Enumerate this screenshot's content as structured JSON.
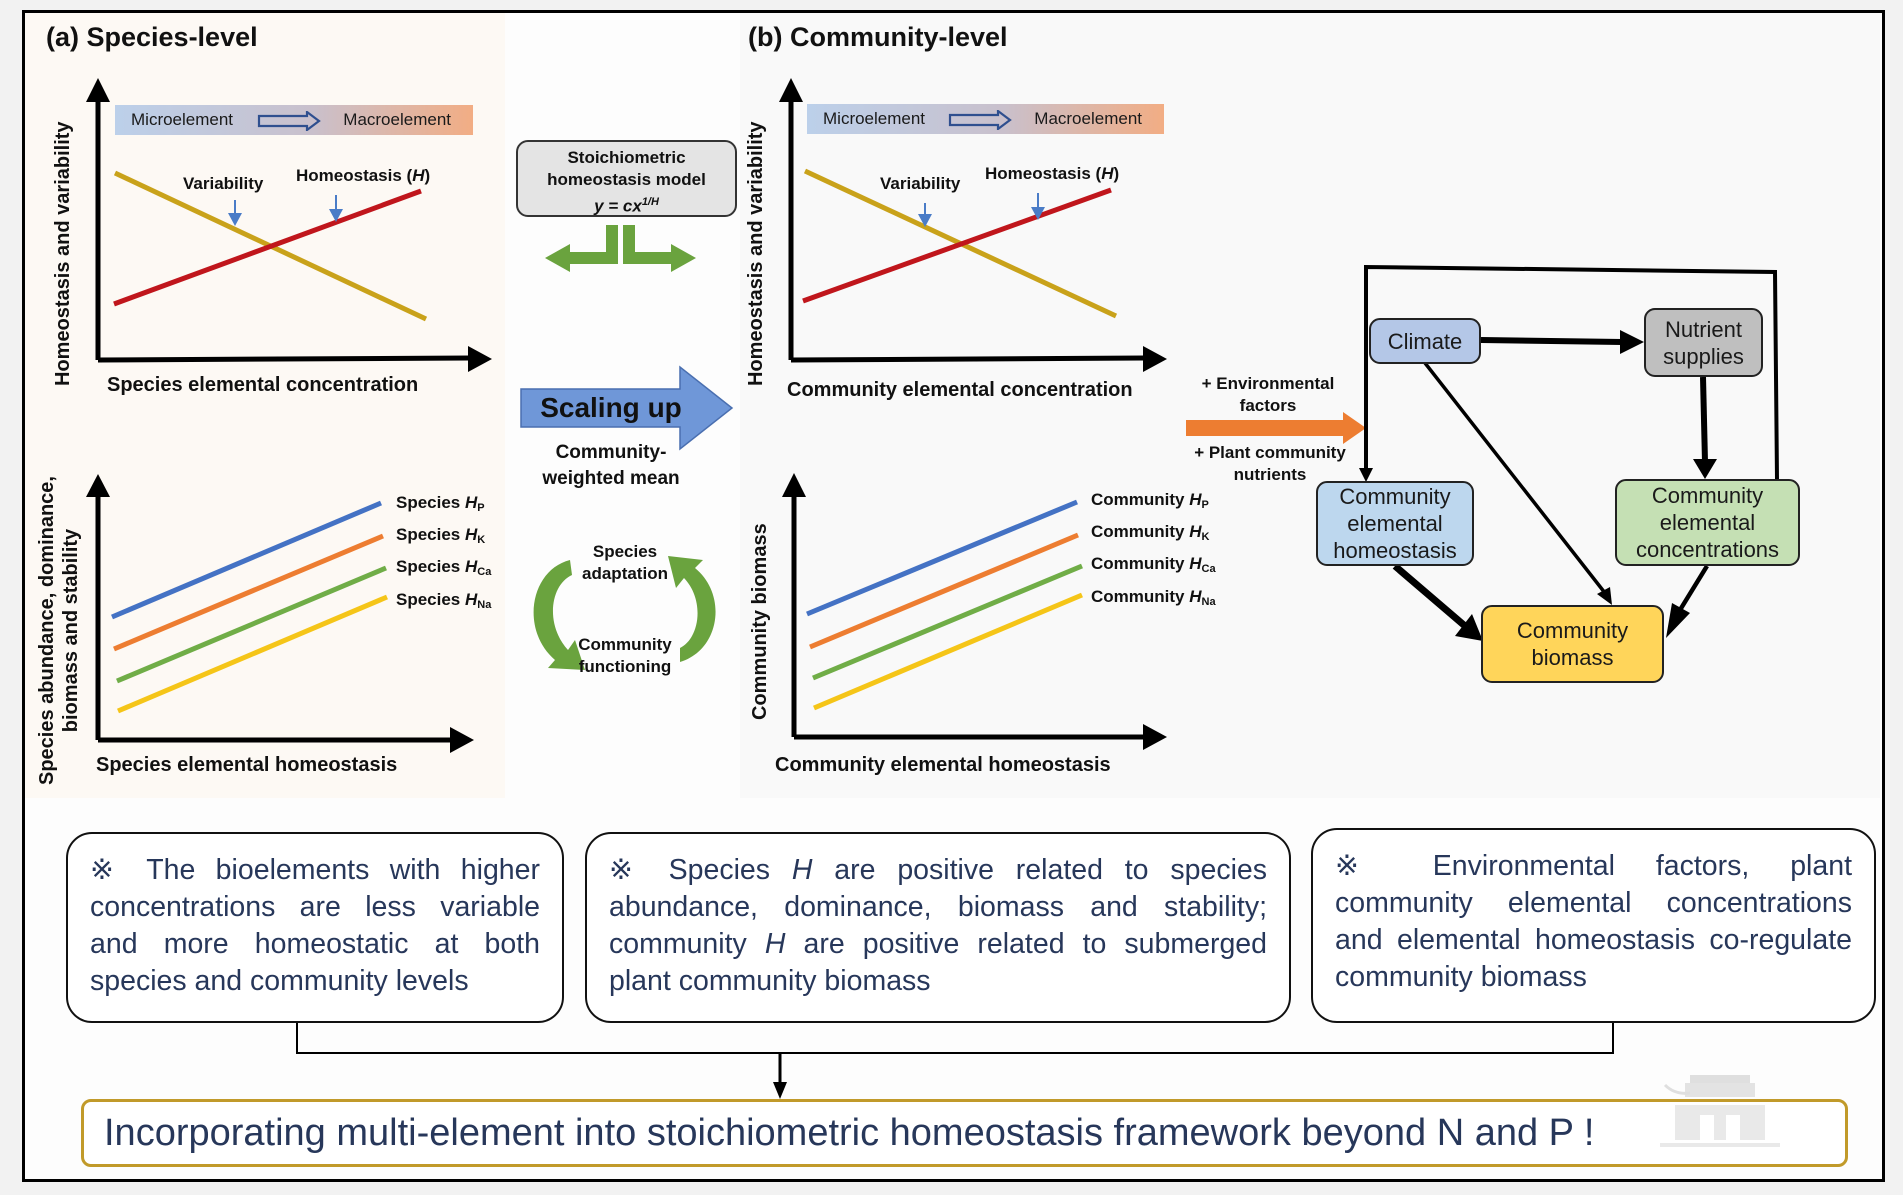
{
  "panel_a": {
    "title": "(a) Species-level",
    "chart_top": {
      "ylabel": "Homeostasis and variability",
      "xlabel": "Species elemental concentration",
      "gradient_left": "Microelement",
      "gradient_right": "Macroelement",
      "variability_label": "Variability",
      "homeostasis_label_prefix": "Homeostasis (",
      "homeostasis_label_var": "H",
      "homeostasis_label_suffix": ")"
    },
    "chart_bottom": {
      "ylabel_line1": "Species abundance, dominance,",
      "ylabel_line2": "biomass and stability",
      "xlabel": "Species elemental homeostasis",
      "series_prefix": "Species",
      "series": [
        {
          "symbol": "H",
          "sub": "P"
        },
        {
          "symbol": "H",
          "sub": "K"
        },
        {
          "symbol": "H",
          "sub": "Ca"
        },
        {
          "symbol": "H",
          "sub": "Na"
        }
      ]
    }
  },
  "middle": {
    "model_line1": "Stoichiometric",
    "model_line2": "homeostasis model",
    "model_eq_base": "y = cx",
    "model_eq_exp": "1/H",
    "scaling_label": "Scaling up",
    "cwm_line1": "Community-",
    "cwm_line2": "weighted mean",
    "cycle_top_line1": "Species",
    "cycle_top_line2": "adaptation",
    "cycle_bottom_line1": "Community",
    "cycle_bottom_line2": "functioning"
  },
  "panel_b": {
    "title": "(b) Community-level",
    "chart_top": {
      "ylabel": "Homeostasis and variability",
      "xlabel": "Community elemental concentration",
      "gradient_left": "Microelement",
      "gradient_right": "Macroelement",
      "variability_label": "Variability",
      "homeostasis_label_prefix": "Homeostasis (",
      "homeostasis_label_var": "H",
      "homeostasis_label_suffix": ")"
    },
    "chart_bottom": {
      "ylabel": "Community biomass",
      "xlabel": "Community elemental homeostasis",
      "series_prefix": "Community",
      "series": [
        {
          "symbol": "H",
          "sub": "P"
        },
        {
          "symbol": "H",
          "sub": "K"
        },
        {
          "symbol": "H",
          "sub": "Ca"
        },
        {
          "symbol": "H",
          "sub": "Na"
        }
      ]
    }
  },
  "path_model": {
    "input_line1": "+ Environmental",
    "input_line2": "factors",
    "input_line3": "+ Plant community",
    "input_line4": "nutrients",
    "nodes": {
      "climate": "Climate",
      "nutrient_line1": "Nutrient",
      "nutrient_line2": "supplies",
      "homeostasis_line1": "Community",
      "homeostasis_line2": "elemental",
      "homeostasis_line3": "homeostasis",
      "concentrations_line1": "Community",
      "concentrations_line2": "elemental",
      "concentrations_line3": "concentrations",
      "biomass_line1": "Community",
      "biomass_line2": "biomass"
    }
  },
  "conclusions": {
    "marker": "※",
    "box1": "The bioelements with higher concentrations are less variable and more homeostatic at both species and community levels",
    "box2_part1": "Species ",
    "box2_var1": "H",
    "box2_part2": " are positive related to species abundance, dominance, biomass and stability; community ",
    "box2_var2": "H",
    "box2_part3": " are positive related to submerged plant community biomass",
    "box3": "Environmental factors, plant community elemental concentrations and elemental homeostasis co-regulate community biomass",
    "final": "Incorporating multi-element into stoichiometric homeostasis framework beyond N and P !"
  },
  "colors": {
    "variability_line": "#c9a21a",
    "homeostasis_line": "#c0161c",
    "series_P": "#4472c4",
    "series_K": "#ed7d31",
    "series_Ca": "#70ad47",
    "series_Na": "#f5c518",
    "small_arrow": "#4a7cc7",
    "scaling_arrow": "#5b86cf",
    "green_arrow": "#6aa33e",
    "orange_arrow": "#ed7d31",
    "climate_node": "#b4c7e7",
    "nutrient_node": "#bfbfbf",
    "homeostasis_node": "#bdd7ee",
    "concentrations_node": "#c5e0b4",
    "biomass_node": "#ffd55a",
    "note_text": "#27375a",
    "final_border": "#c19a2a"
  }
}
